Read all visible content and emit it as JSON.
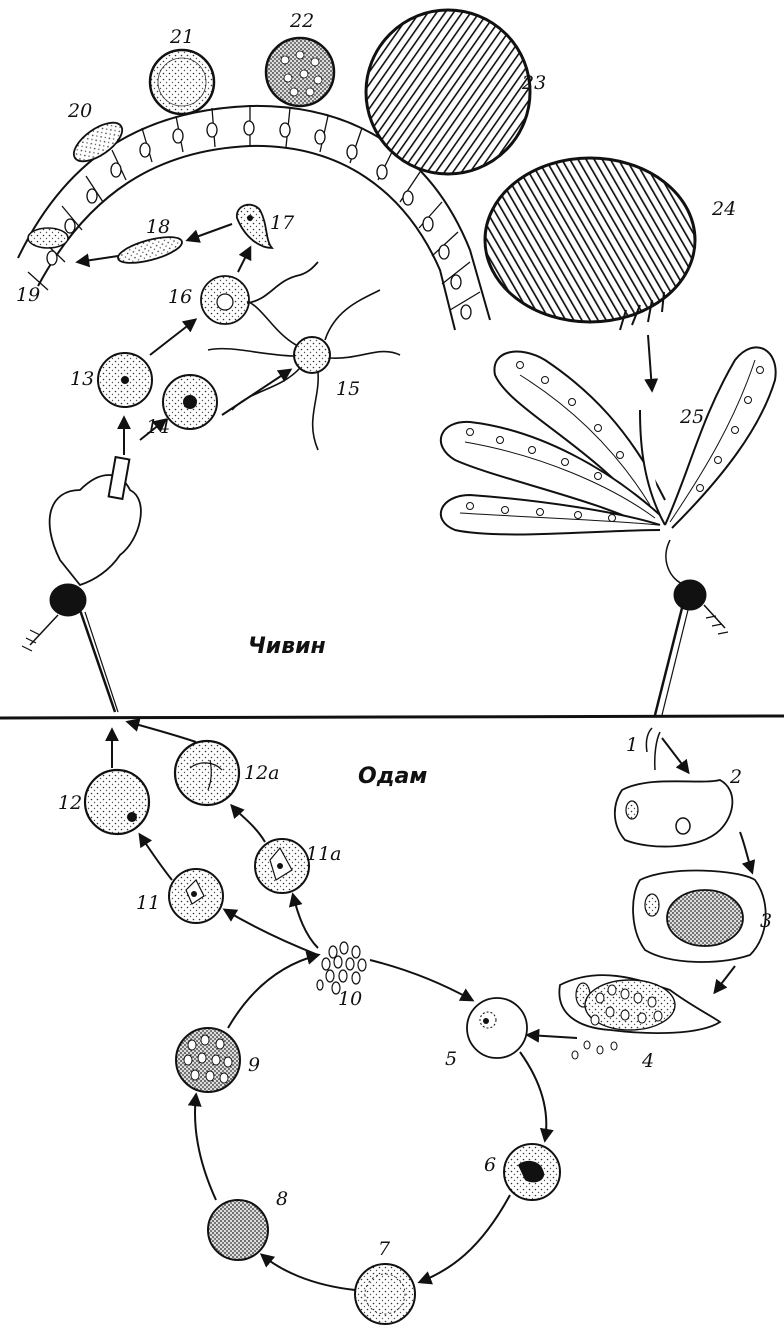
{
  "hosts": {
    "mosquito": "Чивин",
    "human": "Одам"
  },
  "stage_labels": [
    "1",
    "2",
    "3",
    "4",
    "5",
    "6",
    "7",
    "8",
    "9",
    "10",
    "11",
    "11a",
    "12",
    "12a",
    "13",
    "14",
    "15",
    "16",
    "17",
    "18",
    "19",
    "20",
    "21",
    "22",
    "23",
    "24",
    "25"
  ],
  "colors": {
    "ink": "#111111",
    "paper": "#ffffff"
  }
}
